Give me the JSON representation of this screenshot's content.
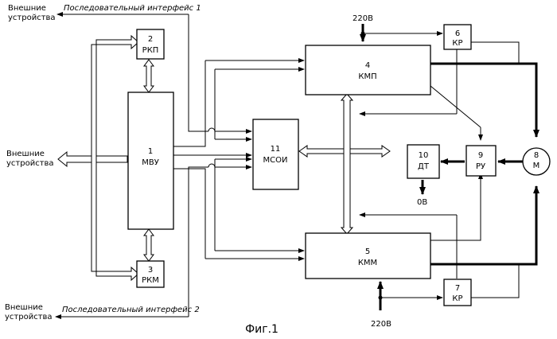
{
  "ext_top": {
    "line1": "Внешние",
    "line2": "устройства"
  },
  "ext_mid": {
    "line1": "Внешние",
    "line2": "устройства"
  },
  "ext_bot": {
    "line1": "Внешние",
    "line2": "устройства"
  },
  "serial1": "Последовательный интерфейс 1",
  "serial2": "Последовательный интерфейс 2",
  "power_top": "220В",
  "power_bot": "220В",
  "ground": "0В",
  "caption": "Фиг.1",
  "blocks": {
    "b1": {
      "num": "1",
      "name": "МВУ"
    },
    "b2": {
      "num": "2",
      "name": "РКП"
    },
    "b3": {
      "num": "3",
      "name": "РКМ"
    },
    "b4": {
      "num": "4",
      "name": "КМП"
    },
    "b5": {
      "num": "5",
      "name": "КММ"
    },
    "b6": {
      "num": "6",
      "name": "КР"
    },
    "b7": {
      "num": "7",
      "name": "КР"
    },
    "b8": {
      "num": "8",
      "name": "М"
    },
    "b9": {
      "num": "9",
      "name": "РУ"
    },
    "b10": {
      "num": "10",
      "name": "ДТ"
    },
    "b11": {
      "num": "11",
      "name": "МСОИ"
    }
  }
}
